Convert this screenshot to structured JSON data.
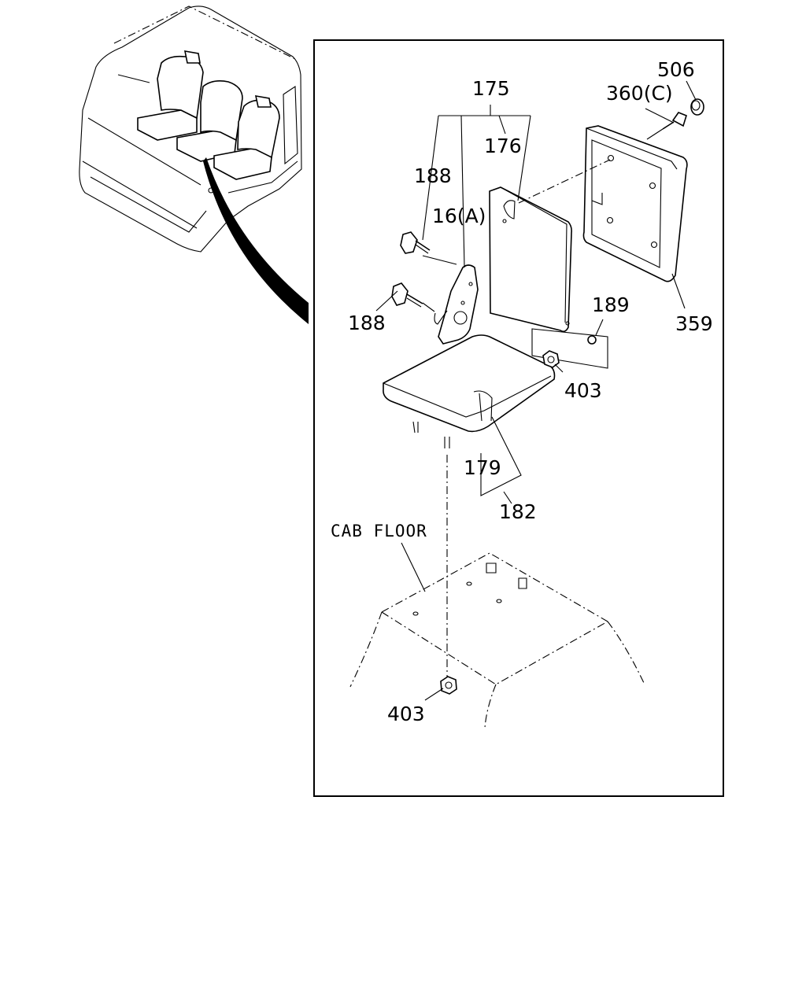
{
  "labels": {
    "l175": "175",
    "l176": "176",
    "l188_top": "188",
    "l16a": "16(A)",
    "l188_bottom": "188",
    "l506": "506",
    "l360c": "360(C)",
    "l359": "359",
    "l189": "189",
    "l403_right": "403",
    "l179": "179",
    "l182": "182",
    "cab_floor": "CAB FLOOR",
    "l403_bottom": "403"
  }
}
